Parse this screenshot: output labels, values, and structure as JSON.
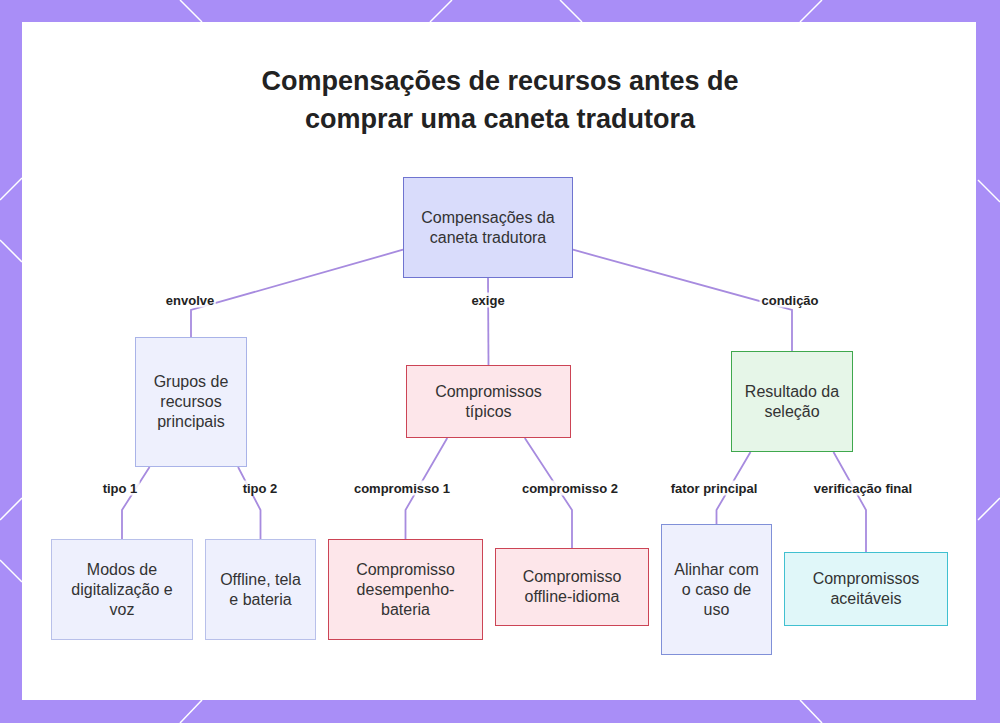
{
  "diagram": {
    "title": "Compensações de recursos antes de comprar uma caneta tradutora",
    "nodes": [
      {
        "text": [
          "Compensações da caneta tradutora"
        ]
      },
      {
        "text": [
          "Grupos de recursos principais"
        ]
      },
      {
        "text": [
          "Compromissos típicos"
        ]
      },
      {
        "text": [
          "Resultado da seleção"
        ]
      },
      {
        "text": [
          "Modos de digitalização e voz"
        ]
      },
      {
        "text": [
          "Offline, tela e bateria"
        ]
      },
      {
        "text": [
          "Compromisso desempenho-bateria"
        ]
      },
      {
        "text": [
          "Compromisso offline-idioma"
        ]
      },
      {
        "text": [
          "Alinhar com o caso de uso"
        ]
      },
      {
        "text": [
          "Compromissos aceitáveis"
        ]
      }
    ],
    "edges": [
      {
        "from": 0,
        "to": 1,
        "label": "envolve",
        "arrow": "none"
      },
      {
        "from": 0,
        "to": 2,
        "label": "exige",
        "arrow": "none"
      },
      {
        "from": 0,
        "to": 3,
        "label": "condição",
        "arrow": "none"
      },
      {
        "from": 1,
        "to": 4,
        "label": "tipo 1",
        "arrow": "none"
      },
      {
        "from": 1,
        "to": 5,
        "label": "tipo 2",
        "arrow": "none"
      },
      {
        "from": 2,
        "to": 6,
        "label": "compromisso 1",
        "arrow": "none"
      },
      {
        "from": 2,
        "to": 7,
        "label": "compromisso 2",
        "arrow": "none"
      },
      {
        "from": 3,
        "to": 8,
        "label": "fator principal",
        "arrow": "none"
      },
      {
        "from": 3,
        "to": 9,
        "label": "verificação final",
        "arrow": "none"
      }
    ]
  }
}
